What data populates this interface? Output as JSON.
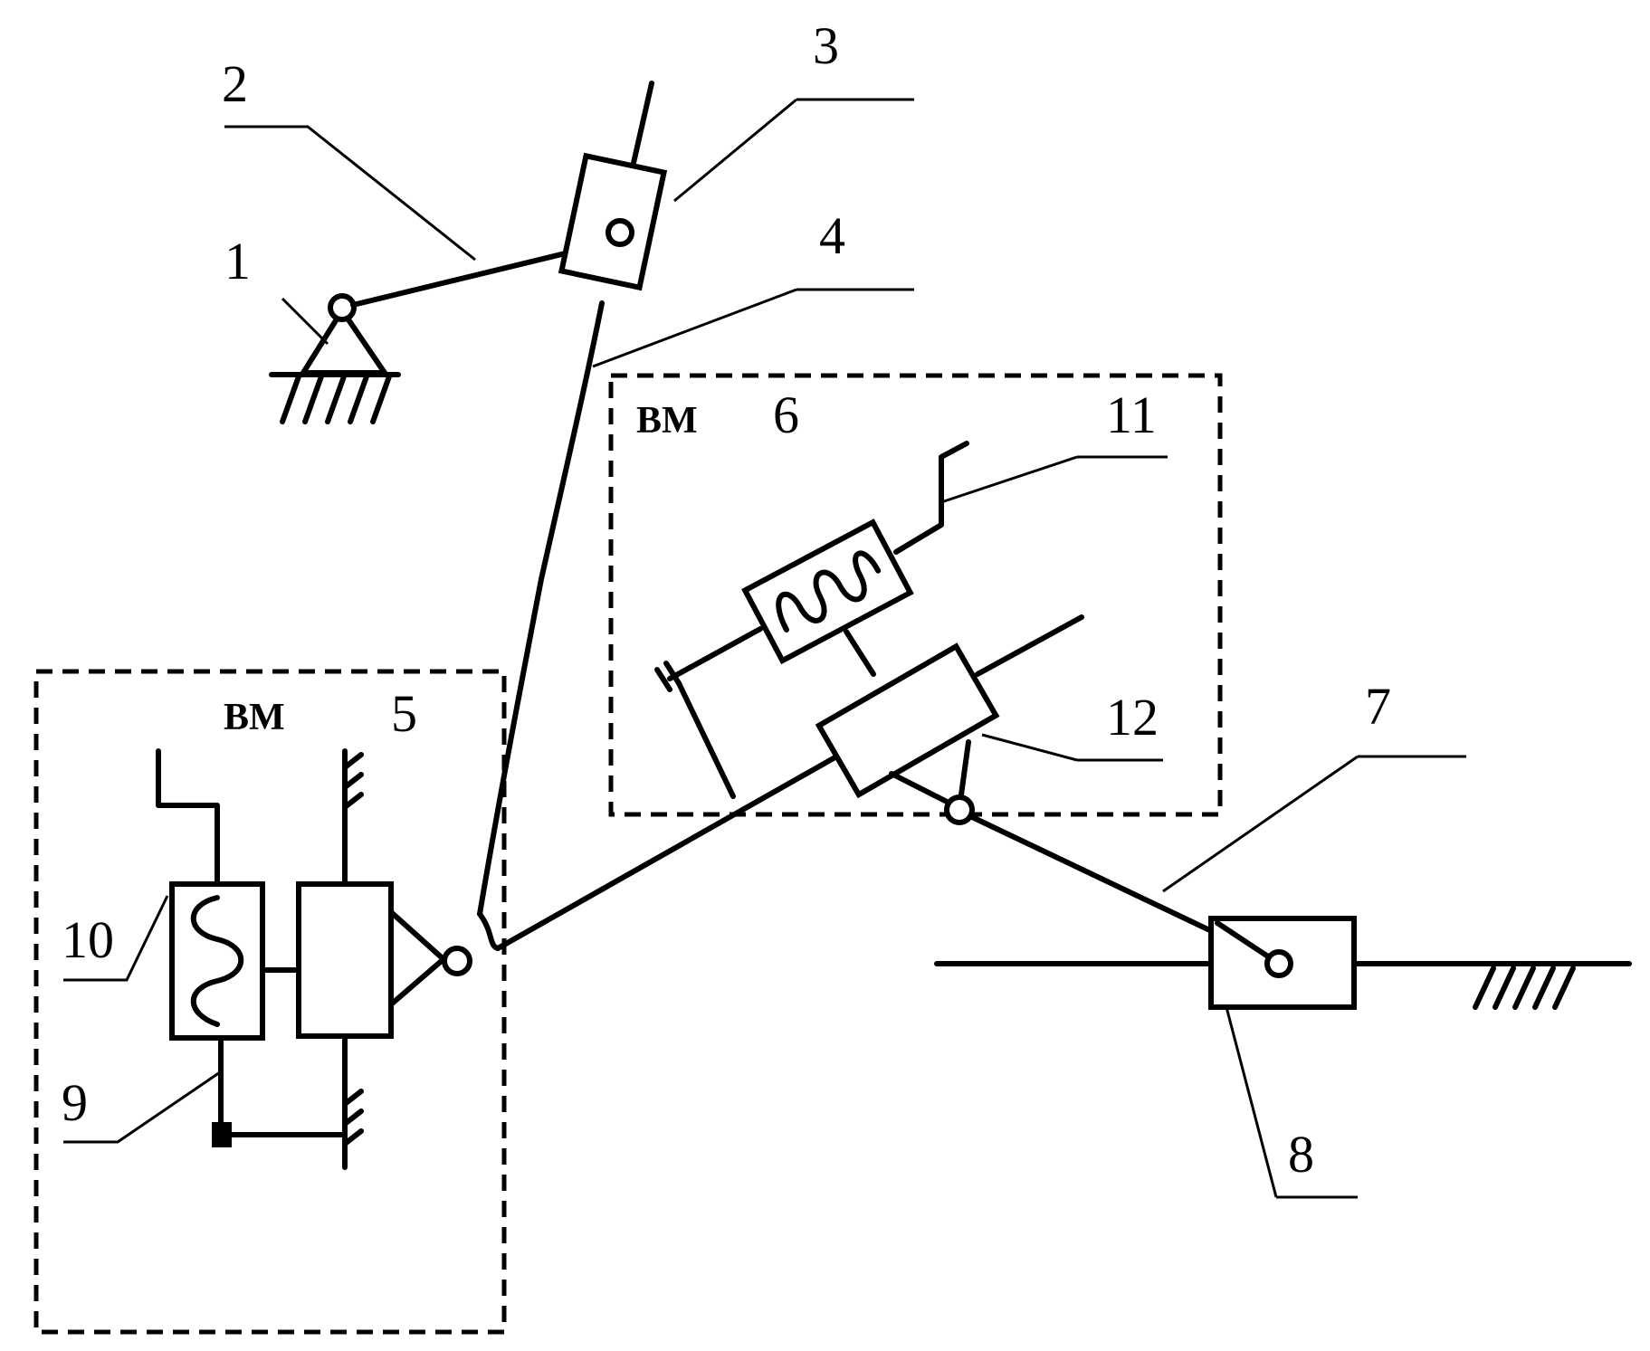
{
  "labels": {
    "l1": "1",
    "l2": "2",
    "l3": "3",
    "l4": "4",
    "l5": "5",
    "l6": "6",
    "l7": "7",
    "l8": "8",
    "l9": "9",
    "l10": "10",
    "l11": "11",
    "l12": "12",
    "bm_left": "BM",
    "bm_right": "BM"
  }
}
